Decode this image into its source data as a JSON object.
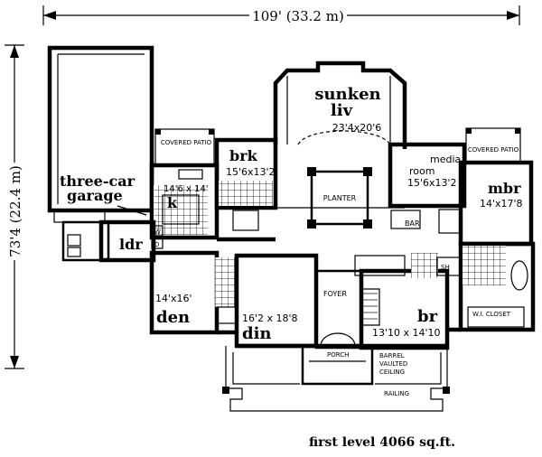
{
  "dimensions": {
    "width": "109' (33.2 m)",
    "depth": "73'4 (22.4 m)"
  },
  "rooms": {
    "garage_name": "three-car",
    "garage_name2": "garage",
    "covered_patio_left": "COVERED PATIO",
    "brk_name": "brk",
    "brk_size": "15'6x13'2",
    "k_size": "14'6 x 14'",
    "k_name": "k",
    "sunken_name": "sunken",
    "liv_name": "liv",
    "liv_size": "23'4x20'6",
    "planter": "PLANTER",
    "media_name": "media",
    "media_name2": "room",
    "media_size": "15'6x13'2",
    "covered_patio_right": "COVERED PATIO",
    "mbr_name": "mbr",
    "mbr_size": "14'x17'8",
    "bar": "BAR",
    "ldr": "ldr",
    "w": "W",
    "d": "D",
    "den_size": "14'x16'",
    "den_name": "den",
    "din_size": "16'2 x 18'8",
    "din_name": "din",
    "foyer": "FOYER",
    "br_name": "br",
    "br_size": "13'10 x 14'10",
    "sh": "SH",
    "wi_closet": "W.I. CLOSET",
    "porch": "PORCH",
    "barrel": "BARREL",
    "vaulted": "VAULTED",
    "ceiling": "CEILING",
    "railing": "RAILING"
  },
  "caption": "first level 4066 sq.ft."
}
